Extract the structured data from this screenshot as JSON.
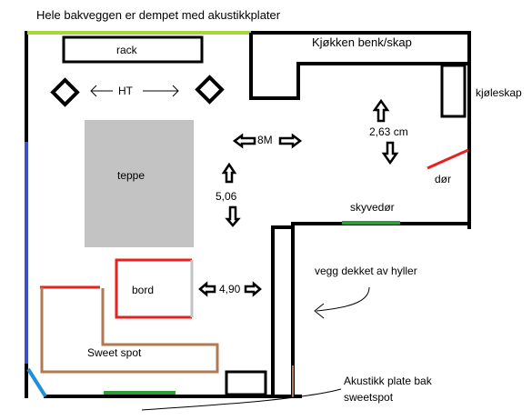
{
  "diagram": {
    "title_note": "Hele bakveggen er dempet med akustikkplater",
    "labels": {
      "rack": "rack",
      "kitchen": "Kjøkken benk/skap",
      "fridge": "kjøleskap",
      "speakers": "HT",
      "rug": "teppe",
      "width": "8M",
      "length": "5,06",
      "kitchen_depth": "2,63 cm",
      "door": "dør",
      "sliding_door": "skyvedør",
      "table": "bord",
      "table_width": "4,90",
      "sweet_spot": "Sweet spot",
      "shelf_wall": "vegg dekket av hyller",
      "acoustic_panel": "Akustikk plate bak\nsweetspot"
    },
    "colors": {
      "wall": "#000000",
      "acoustic_back": "#a8d639",
      "left_wall_panel": "#3d4ec9",
      "corner_panel": "#1e90d6",
      "rug": "#c3c3c3",
      "table": "#e8201e",
      "sweet_spot": "#b37a52",
      "sliding_door": "#2e9e3a",
      "door": "#e8201e",
      "sweetspot_panel": "#2e9e3a"
    }
  }
}
